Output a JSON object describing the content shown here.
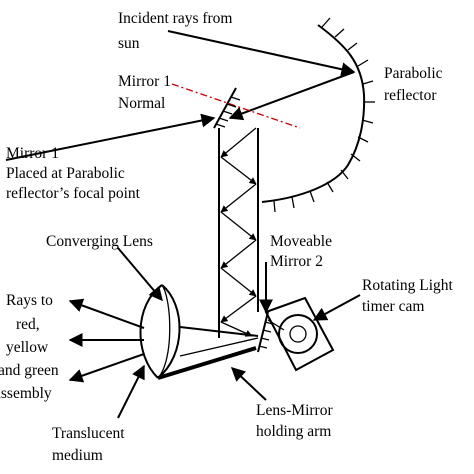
{
  "labels": {
    "incident_line1": "Incident rays from",
    "incident_line2": "sun",
    "parabolic_line1": "Parabolic",
    "parabolic_line2": "reflector",
    "mirror1_normal_line1": "Mirror 1",
    "mirror1_normal_line2": "Normal",
    "mirror1_focal_line1": "Mirror 1",
    "mirror1_focal_line2": "Placed at Parabolic",
    "mirror1_focal_line3": "reflector’s focal point",
    "converging_lens": "Converging Lens",
    "moveable_line1": "Moveable",
    "moveable_line2": "Mirror 2",
    "rotating_line1": "Rotating Light",
    "rotating_line2": "timer cam",
    "rays_line1": "Rays to",
    "rays_line2": "red,",
    "rays_line3": "yellow",
    "rays_line4": "and green",
    "rays_line5": "assembly",
    "lens_mirror_line1": "Lens-Mirror",
    "lens_mirror_line2": "holding arm",
    "translucent_line1": "Translucent",
    "translucent_line2": "medium"
  },
  "colors": {
    "ink": "#000000",
    "normal_line": "#cc0000",
    "background": "#ffffff"
  }
}
